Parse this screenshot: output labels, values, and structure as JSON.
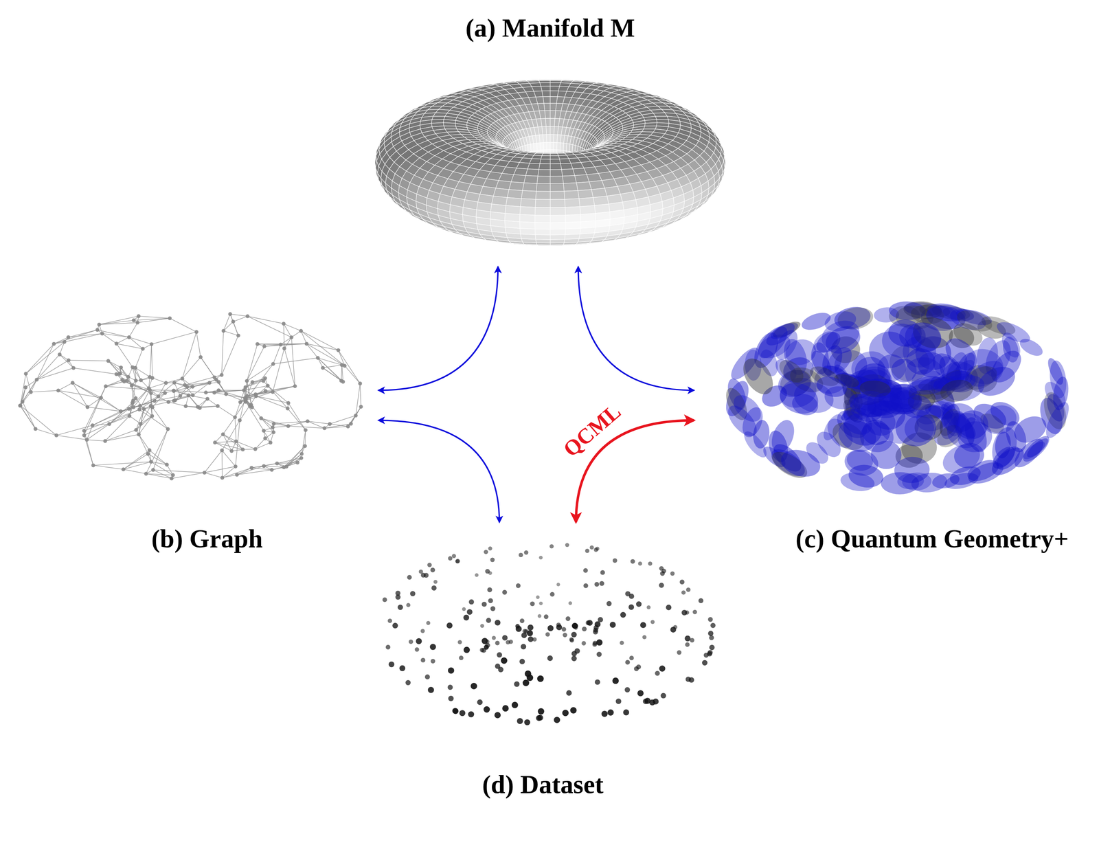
{
  "diagram": {
    "nodes": [
      {
        "text": [
          "(a) Manifold M"
        ]
      },
      {
        "text": [
          "(b) Graph"
        ]
      },
      {
        "text": [
          "(c) Quantum Geometry+"
        ]
      },
      {
        "text": [
          "(d) Dataset"
        ]
      }
    ],
    "edges": [
      {
        "from": 0,
        "to": 1,
        "arrow": "both"
      },
      {
        "from": 0,
        "to": 2,
        "arrow": "both"
      },
      {
        "from": 1,
        "to": 3,
        "arrow": "both"
      },
      {
        "from": 3,
        "to": 2,
        "label": "QCML",
        "arrow": "both"
      }
    ]
  }
}
